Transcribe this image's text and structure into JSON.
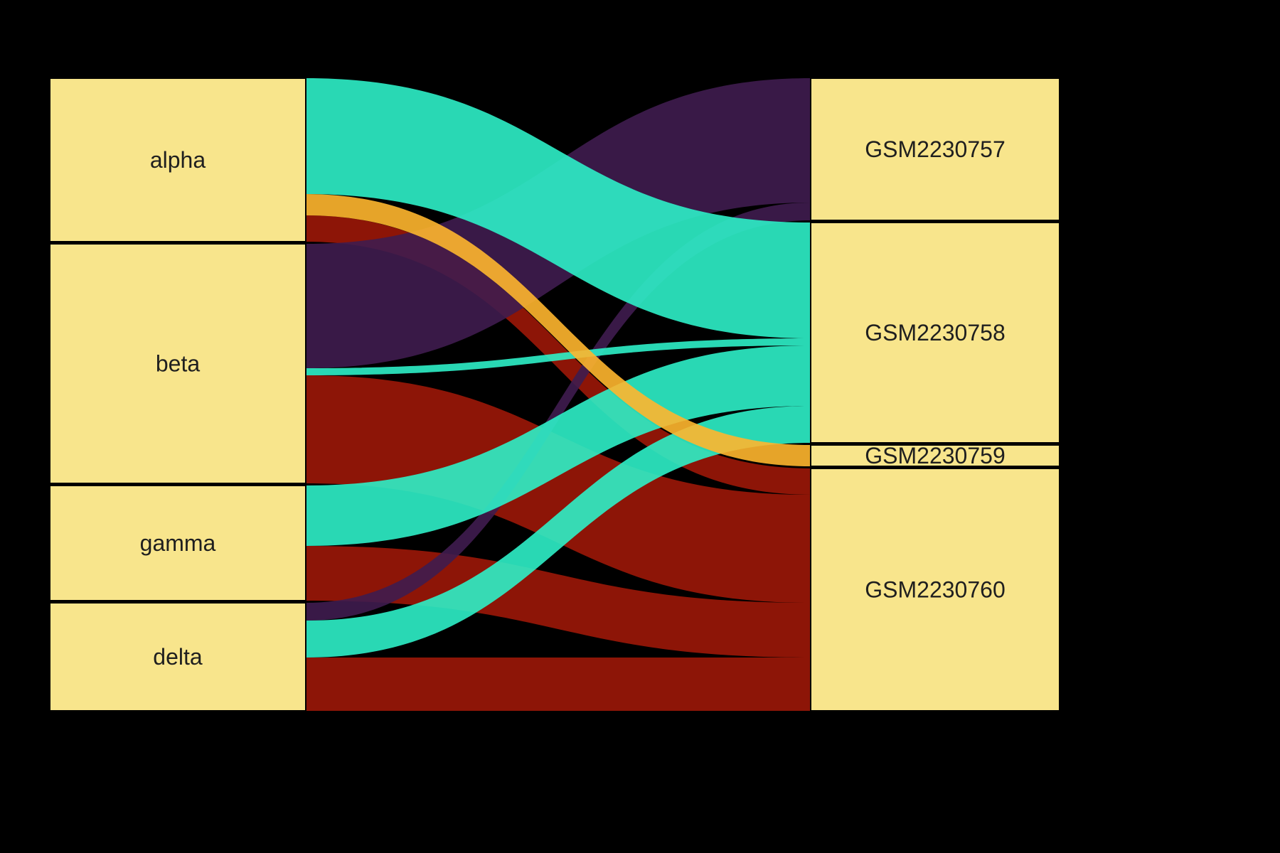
{
  "chart_data": {
    "type": "sankey",
    "title": "",
    "background_color": "#000000",
    "node_fill_color": "#f8e58c",
    "node_border_color": "#000000",
    "label_color": "#1f1f1f",
    "legend": "none",
    "left_nodes": [
      {
        "name": "alpha"
      },
      {
        "name": "beta"
      },
      {
        "name": "gamma"
      },
      {
        "name": "delta"
      }
    ],
    "right_nodes": [
      {
        "name": "GSM2230757",
        "flow_color": "#3f1c4f"
      },
      {
        "name": "GSM2230758",
        "flow_color": "#2ef0c8"
      },
      {
        "name": "GSM2230759",
        "flow_color": "#ffb62e"
      },
      {
        "name": "GSM2230760",
        "flow_color": "#9c1708"
      }
    ],
    "links": [
      {
        "source": "alpha",
        "target": "GSM2230758",
        "value": 163
      },
      {
        "source": "alpha",
        "target": "GSM2230759",
        "value": 30
      },
      {
        "source": "alpha",
        "target": "GSM2230760",
        "value": 37
      },
      {
        "source": "beta",
        "target": "GSM2230757",
        "value": 175
      },
      {
        "source": "beta",
        "target": "GSM2230758",
        "value": 10
      },
      {
        "source": "beta",
        "target": "GSM2230760",
        "value": 152
      },
      {
        "source": "gamma",
        "target": "GSM2230758",
        "value": 85
      },
      {
        "source": "gamma",
        "target": "GSM2230760",
        "value": 77
      },
      {
        "source": "delta",
        "target": "GSM2230757",
        "value": 25
      },
      {
        "source": "delta",
        "target": "GSM2230758",
        "value": 52
      },
      {
        "source": "delta",
        "target": "GSM2230760",
        "value": 75
      }
    ],
    "draw_order": [
      "GSM2230760",
      "GSM2230757",
      "GSM2230758",
      "GSM2230759"
    ]
  }
}
